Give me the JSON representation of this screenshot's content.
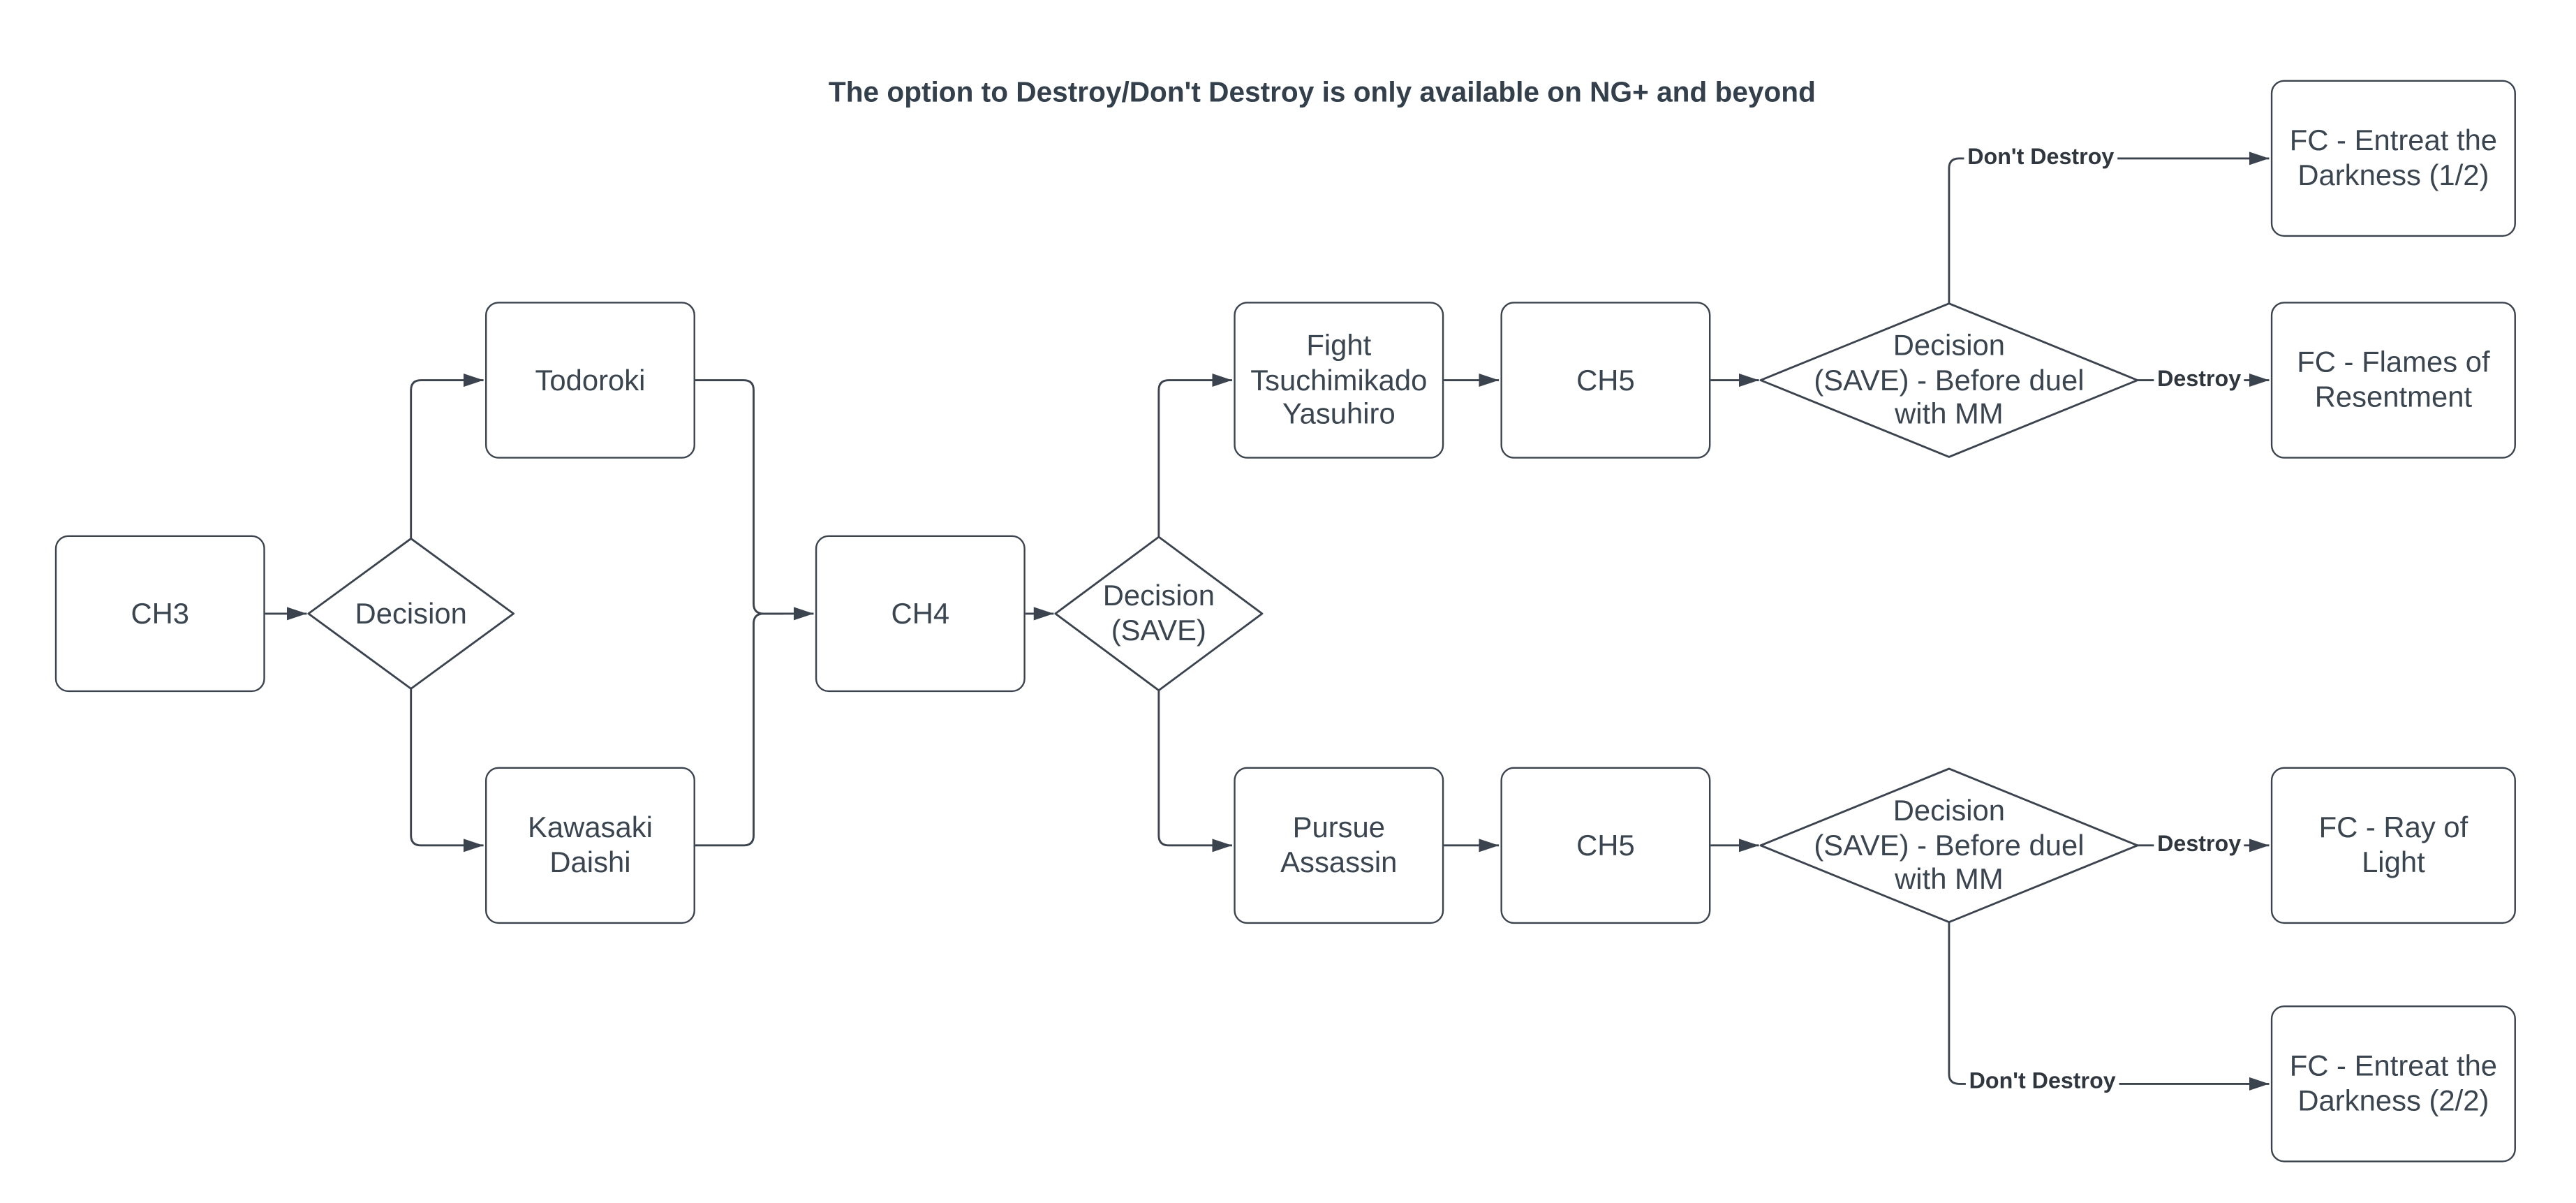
{
  "title": "The option to Destroy/Don't Destroy is only available on NG+ and beyond",
  "colors": {
    "stroke": "#3b434e",
    "node_text": "#3a4550",
    "edge_label_text": "#2f363d",
    "title_text": "#33404b",
    "background": "#ffffff"
  },
  "nodes": {
    "ch3": {
      "label": "CH3",
      "shape": "rounded-rect"
    },
    "decision1": {
      "label": "Decision",
      "shape": "diamond"
    },
    "todoroki": {
      "label": "Todoroki",
      "shape": "rounded-rect"
    },
    "kawasaki": {
      "label": "Kawasaki\nDaishi",
      "shape": "rounded-rect"
    },
    "ch4": {
      "label": "CH4",
      "shape": "rounded-rect"
    },
    "decision_save": {
      "label": "Decision\n(SAVE)",
      "shape": "diamond"
    },
    "fight_tsuchimikado": {
      "label": "Fight\nTsuchimikado\nYasuhiro",
      "shape": "rounded-rect"
    },
    "ch5_top": {
      "label": "CH5",
      "shape": "rounded-rect"
    },
    "decision_duel_top": {
      "label": "Decision\n(SAVE) - Before duel\nwith MM",
      "shape": "diamond"
    },
    "fc_entreat_darkness_1": {
      "label": "FC - Entreat the\nDarkness (1/2)",
      "shape": "rounded-rect"
    },
    "fc_flames_of_resentment": {
      "label": "FC - Flames of\nResentment",
      "shape": "rounded-rect"
    },
    "pursue_assassin": {
      "label": "Pursue\nAssassin",
      "shape": "rounded-rect"
    },
    "ch5_bottom": {
      "label": "CH5",
      "shape": "rounded-rect"
    },
    "decision_duel_bottom": {
      "label": "Decision\n(SAVE) - Before duel\nwith MM",
      "shape": "diamond"
    },
    "fc_ray_of_light": {
      "label": "FC - Ray of\nLight",
      "shape": "rounded-rect"
    },
    "fc_entreat_darkness_2": {
      "label": "FC - Entreat the\nDarkness (2/2)",
      "shape": "rounded-rect"
    }
  },
  "edge_labels": {
    "dont_destroy_top": "Don't Destroy",
    "destroy_top": "Destroy",
    "destroy_bottom": "Destroy",
    "dont_destroy_bottom": "Don't Destroy"
  }
}
